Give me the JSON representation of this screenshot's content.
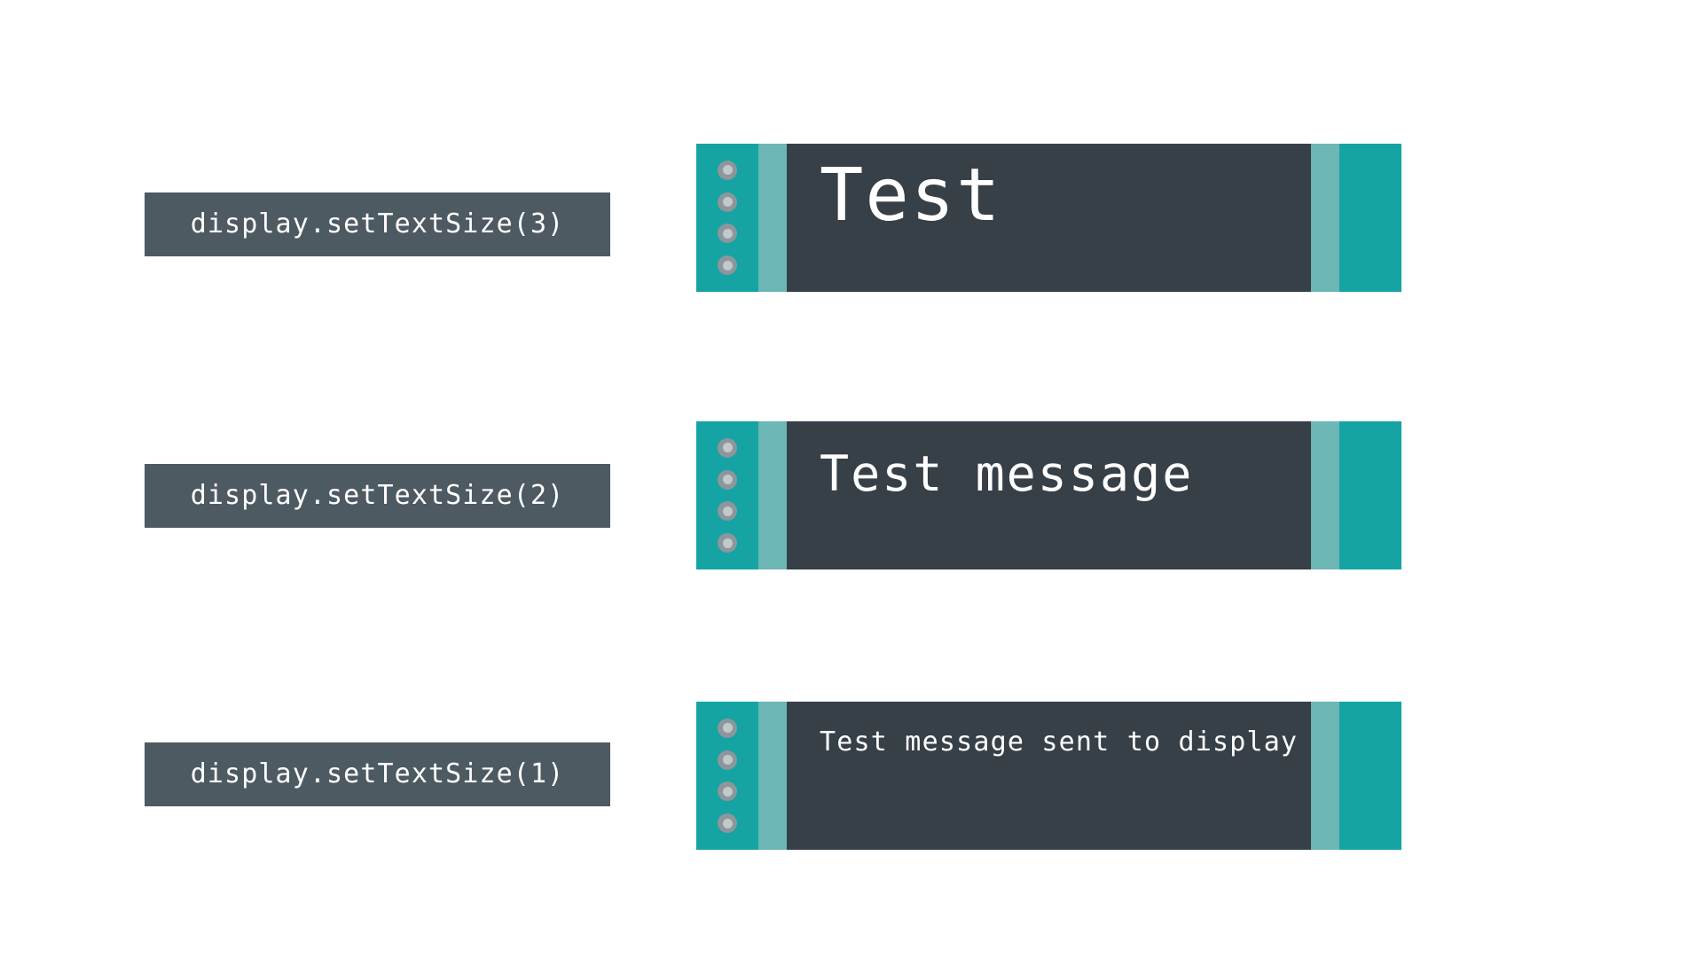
{
  "figure": {
    "background_color": "#ffffff",
    "label_color": "#4e5a61",
    "screen_color": "#373f47",
    "board_color": "#16a3a3",
    "board_stripe_color": "#6cb6b6",
    "text_color": "#ffffff",
    "hole_outer_color": "#8d969a",
    "hole_inner_color": "#c2c9cc"
  },
  "rows": [
    {
      "code_label": "display.setTextSize(3)",
      "screen_text": "Test",
      "text_size": 3,
      "mount_holes": 4
    },
    {
      "code_label": "display.setTextSize(2)",
      "screen_text": "Test message",
      "text_size": 2,
      "mount_holes": 4
    },
    {
      "code_label": "display.setTextSize(1)",
      "screen_text": "Test message sent to display",
      "text_size": 1,
      "mount_holes": 4
    }
  ]
}
